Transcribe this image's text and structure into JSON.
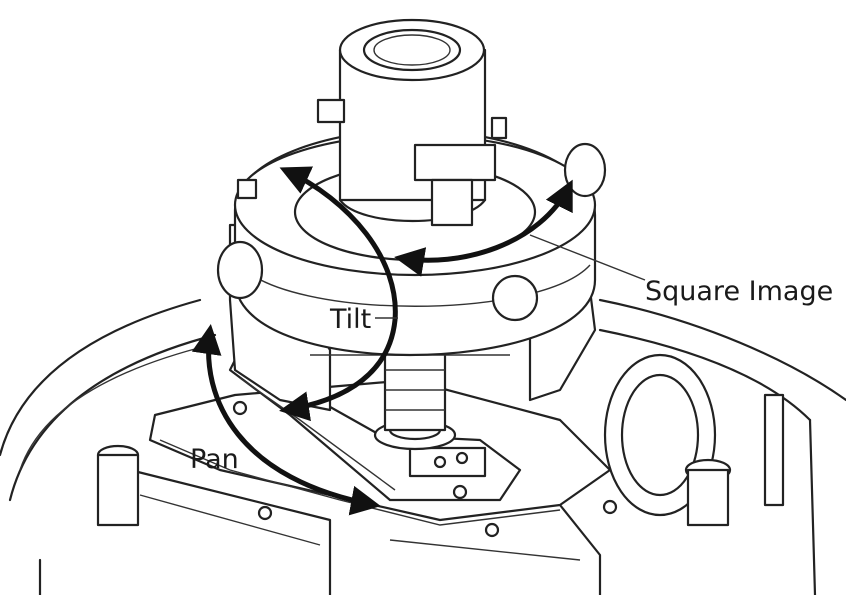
{
  "diagram": {
    "labels": {
      "tilt": "Tilt",
      "pan": "Pan",
      "square_image": "Square Image"
    },
    "colors": {
      "line": "#222222",
      "arrow": "#111111",
      "background": "#ffffff"
    }
  }
}
